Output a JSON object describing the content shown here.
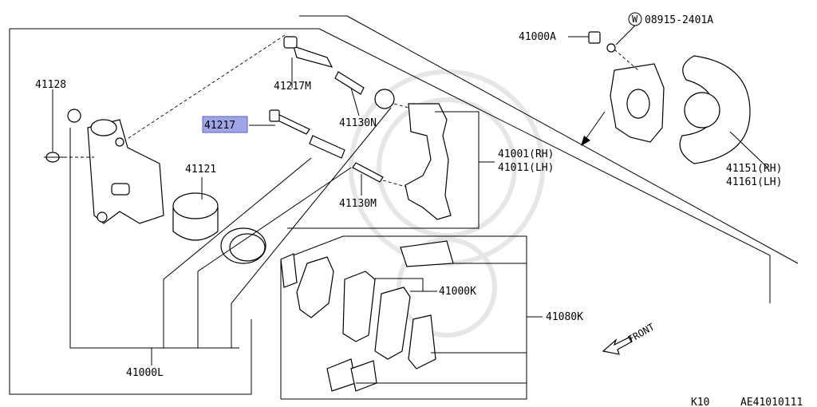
{
  "labels": {
    "p41128": "41128",
    "p41217M": "41217M",
    "p41217": "41217",
    "p41130N": "41130N",
    "p41121": "41121",
    "p41130M": "41130M",
    "p41001": "41001(RH)",
    "p41011": "41011(LH)",
    "p41000A": "41000A",
    "p08915": "08915-2401A",
    "washer_symbol": "W",
    "p41151": "41151(RH)",
    "p41161": "41161(LH)",
    "p41000K": "41000K",
    "p41080K": "41080K",
    "p41000L": "41000L",
    "front": "FRONT",
    "page_code": "K10",
    "diagram_code": "AE41010111"
  },
  "highlight_color": "#9fa6e8"
}
